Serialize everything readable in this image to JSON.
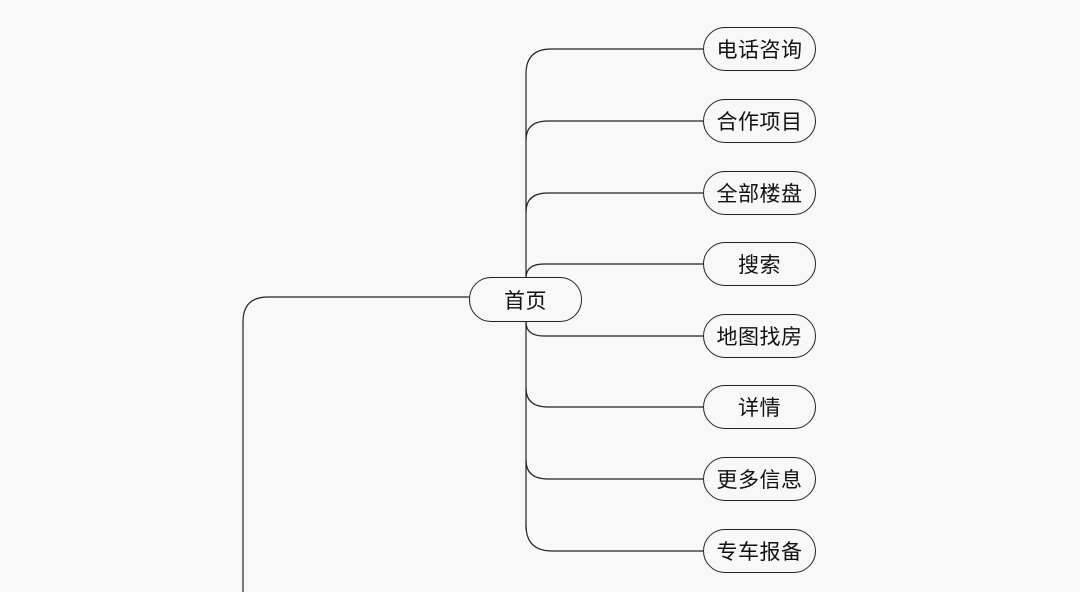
{
  "mindmap": {
    "root": {
      "label": "首页"
    },
    "children": [
      {
        "label": "电话咨询"
      },
      {
        "label": "合作项目"
      },
      {
        "label": "全部楼盘"
      },
      {
        "label": "搜索"
      },
      {
        "label": "地图找房"
      },
      {
        "label": "详情"
      },
      {
        "label": "更多信息"
      },
      {
        "label": "专车报备"
      }
    ]
  },
  "colors": {
    "background": "#f7f8f7",
    "line": "#222222",
    "text": "#111111"
  }
}
